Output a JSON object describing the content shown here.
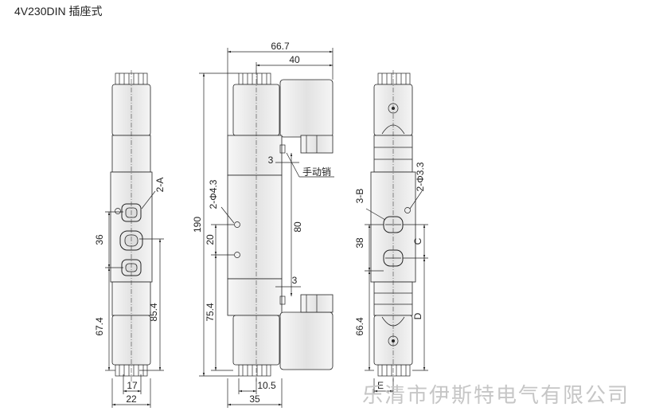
{
  "title": "4V230DIN 插座式",
  "watermark": "乐清市伊斯特电气有限公司",
  "left_view": {
    "dims": {
      "d36": "36",
      "d67_4": "67.4",
      "d85_4": "85.4",
      "d17": "17",
      "d22": "22",
      "port_2a": "2-A"
    }
  },
  "mid_view": {
    "dims": {
      "d66_7": "66.7",
      "d40": "40",
      "d3_top": "3",
      "manual_pin": "手动销",
      "holes": "2-Φ4.3",
      "d190": "190",
      "d20": "20",
      "d80": "80",
      "d3_bot": "3",
      "d75_4": "75.4",
      "d10_5": "10.5",
      "d35": "35"
    }
  },
  "right_view": {
    "dims": {
      "port_3b": "3-B",
      "holes": "2-Φ3.3",
      "d38": "38",
      "c": "C",
      "d": "D",
      "d66_4": "66.4",
      "e": "E"
    }
  }
}
